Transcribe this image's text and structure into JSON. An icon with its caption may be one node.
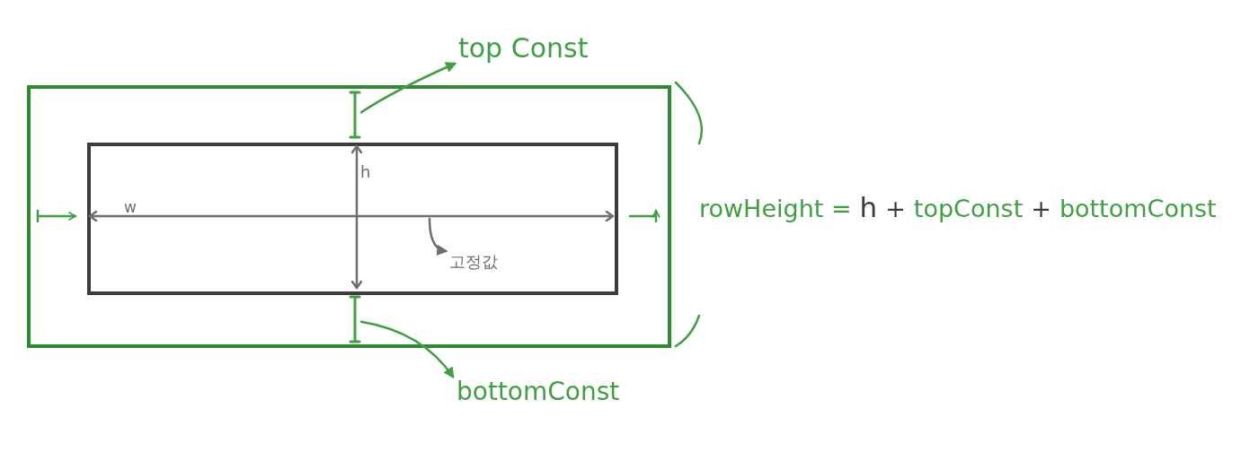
{
  "diagram": {
    "nodes": [
      {
        "text": [],
        "shape": "box"
      },
      {
        "text": [],
        "shape": "box",
        "in": 0
      },
      {
        "text": [
          "top Const"
        ]
      },
      {
        "text": [],
        "shape": "bar",
        "in": 0
      },
      {
        "text": [],
        "shape": "bar",
        "in": 0
      },
      {
        "text": [
          "bottomConst"
        ]
      },
      {
        "text": [
          "고정값"
        ],
        "in": 1
      },
      {
        "text": [],
        "shape": "line",
        "in": 1
      },
      {
        "text": [],
        "shape": "line",
        "in": 1
      }
    ],
    "edges": [
      {
        "from": 3,
        "to": 2,
        "arrow": "to"
      },
      {
        "from": 4,
        "to": 5,
        "arrow": "to"
      },
      {
        "from": 7,
        "to": 6,
        "arrow": "to",
        "color": "#6e6e6e"
      }
    ],
    "labels": [
      "w",
      "h",
      "rowHeight =",
      "h",
      "+",
      "topConst",
      "+",
      "bottomConst"
    ]
  }
}
